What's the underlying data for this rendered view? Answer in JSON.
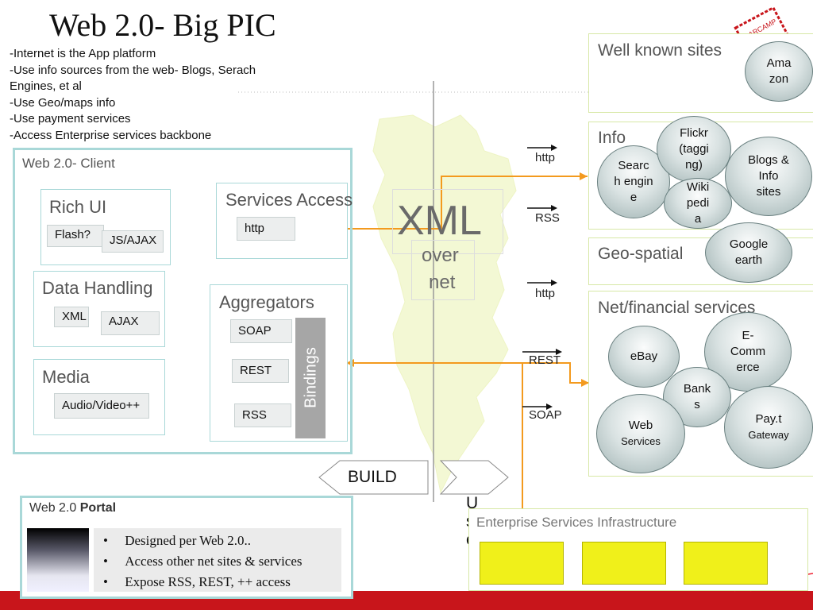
{
  "title": "Web 2.0- Big PIC",
  "bullets": [
    "-Internet is the App platform",
    "-Use info sources from the web- Blogs, Serach",
    "Engines, et al",
    "-Use Geo/maps info",
    "-Use payment services",
    "-Access Enterprise services backbone"
  ],
  "client": {
    "title": "Web 2.0- Client",
    "rich_ui": {
      "title": "Rich UI",
      "items": [
        "Flash?",
        "JS/AJAX"
      ]
    },
    "data_handling": {
      "title": "Data Handling",
      "items": [
        "XML",
        "AJAX"
      ]
    },
    "media": {
      "title": "Media",
      "items": [
        "Audio/Video++"
      ]
    },
    "services_access": {
      "title": "Services Access",
      "items": [
        "http"
      ]
    },
    "aggregators": {
      "title": "Aggregators",
      "items": [
        "SOAP",
        "REST",
        "RSS"
      ],
      "bindings": "Bindings"
    }
  },
  "center": {
    "xml": "XML",
    "over": "over",
    "net": "net"
  },
  "protocols": [
    "http",
    "RSS",
    "http",
    "REST",
    "SOAP"
  ],
  "build_label": "BUILD",
  "use_label": [
    "U",
    "s",
    "e"
  ],
  "right": {
    "well_known": {
      "title": "Well known sites",
      "bubbles": [
        "Ama zon"
      ]
    },
    "info": {
      "title": "Info",
      "bubbles": [
        "Searc h engin e",
        "Flickr (taggi ng)",
        "Wiki pedi a",
        "Blogs & Info sites"
      ]
    },
    "geo": {
      "title": "Geo-spatial",
      "bubbles": [
        "Google earth"
      ]
    },
    "financial": {
      "title": "Net/financial services",
      "bubbles": [
        "eBay",
        "E- Comm erce",
        "Bank s",
        "Web",
        "Services",
        "Pay.t",
        "Gateway"
      ]
    }
  },
  "portal": {
    "title_prefix": "Web 2.0",
    "title_bold": "Portal",
    "bullets": [
      "Designed per Web 2.0..",
      "Access other net sites & services",
      "Expose RSS, REST, ++ access"
    ]
  },
  "enterprise": {
    "title": "Enterprise Services Infrastructure"
  },
  "stamp": {
    "text": "BARCAMP"
  },
  "colors": {
    "accent": "#f39a1e",
    "box_border": "#a9d8d8",
    "right_border": "#d7e8a6",
    "yellow": "#f0f01a",
    "red_bar": "#c8151b",
    "map": "#f3f8d4"
  }
}
